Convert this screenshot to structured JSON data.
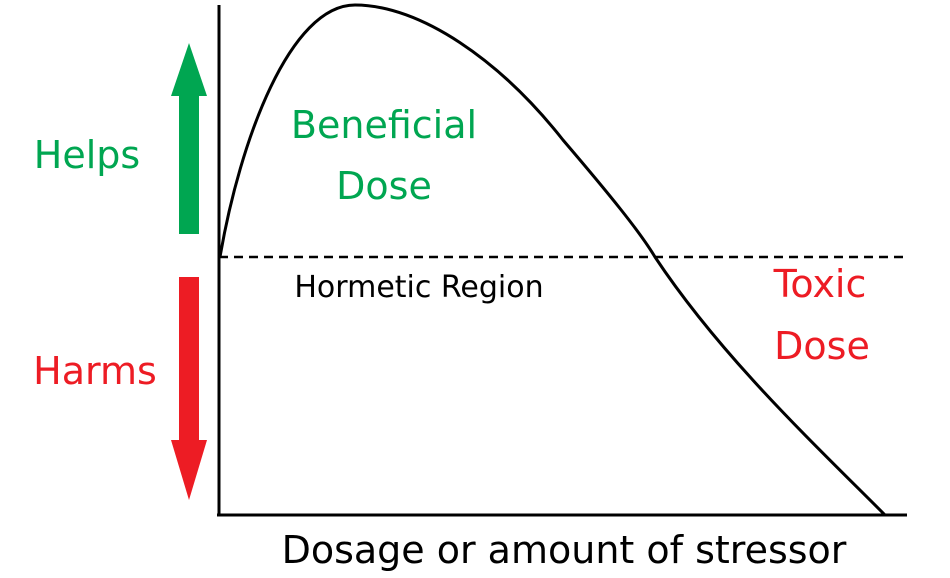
{
  "labels": {
    "helps": "Helps",
    "harms": "Harms",
    "beneficial_line1": "Beneficial",
    "beneficial_line2": "Dose",
    "hormetic_region": "Hormetic Region",
    "toxic_line1": "Toxic",
    "toxic_line2": "Dose",
    "x_axis": "Dosage or amount of stressor"
  },
  "colors": {
    "helps": "#00a651",
    "harms": "#ed1c24",
    "curve": "#000000",
    "axis": "#000000",
    "baseline": "#000000"
  },
  "icons": {
    "helps_arrow": "arrow-up-icon",
    "harms_arrow": "arrow-down-icon"
  }
}
